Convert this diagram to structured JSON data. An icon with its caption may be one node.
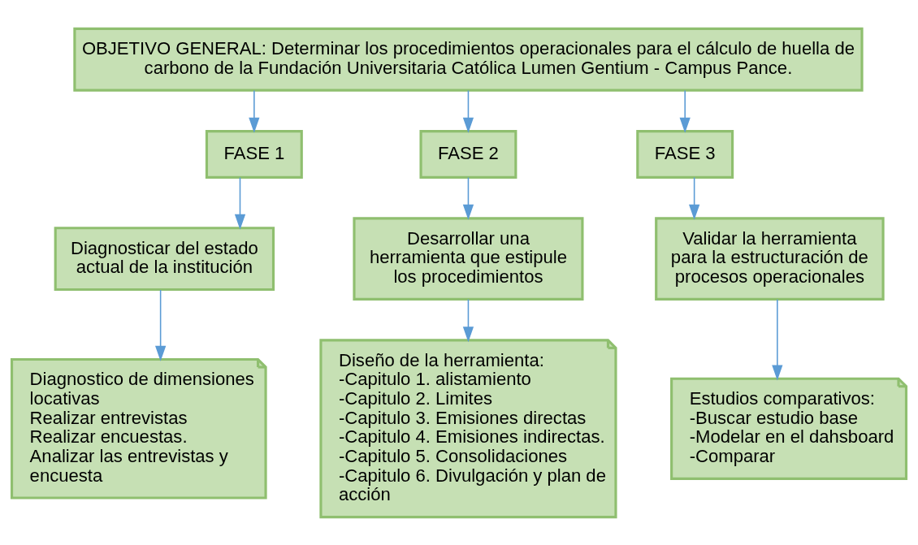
{
  "diagram": {
    "nodes": [
      {
        "text": [
          "OBJETIVO GENERAL: Determinar los procedimientos operacionales para el cálculo de huella de carbono de la Fundación Universitaria Católica Lumen Gentium - Campus Pance."
        ]
      },
      {
        "text": [
          "FASE 1"
        ]
      },
      {
        "text": [
          "FASE 2"
        ]
      },
      {
        "text": [
          "FASE 3"
        ]
      },
      {
        "text": [
          "Diagnosticar del estado actual de la institución"
        ]
      },
      {
        "text": [
          "Desarrollar una herramienta que estipule los procedimientos"
        ]
      },
      {
        "text": [
          "Validar la herramienta para la estructuración de procesos operacionales"
        ]
      },
      {
        "text": [
          "Diagnostico de dimensiones locativas",
          "Realizar entrevistas",
          "Realizar encuestas.",
          "Analizar las entrevistas y encuesta"
        ]
      },
      {
        "text": [
          "Diseño de la herramienta:",
          "-Capitulo 1. alistamiento",
          "-Capitulo 2. Limites",
          "-Capitulo 3. Emisiones directas",
          "-Capitulo 4. Emisiones indirectas.",
          "-Capitulo 5. Consolidaciones",
          "-Capitulo 6. Divulgación y plan de acción"
        ]
      },
      {
        "text": [
          "Estudios comparativos:",
          "-Buscar estudio base",
          "-Modelar en el dahsboard",
          "-Comparar"
        ]
      }
    ],
    "edges": [
      {
        "from": 0,
        "to": 1,
        "arrow": "to"
      },
      {
        "from": 0,
        "to": 2,
        "arrow": "to"
      },
      {
        "from": 0,
        "to": 3,
        "arrow": "to"
      },
      {
        "from": 1,
        "to": 4,
        "arrow": "to"
      },
      {
        "from": 2,
        "to": 5,
        "arrow": "to"
      },
      {
        "from": 3,
        "to": 6,
        "arrow": "to"
      },
      {
        "from": 4,
        "to": 7,
        "arrow": "to"
      },
      {
        "from": 5,
        "to": 8,
        "arrow": "to"
      },
      {
        "from": 6,
        "to": 9,
        "arrow": "to"
      }
    ]
  }
}
